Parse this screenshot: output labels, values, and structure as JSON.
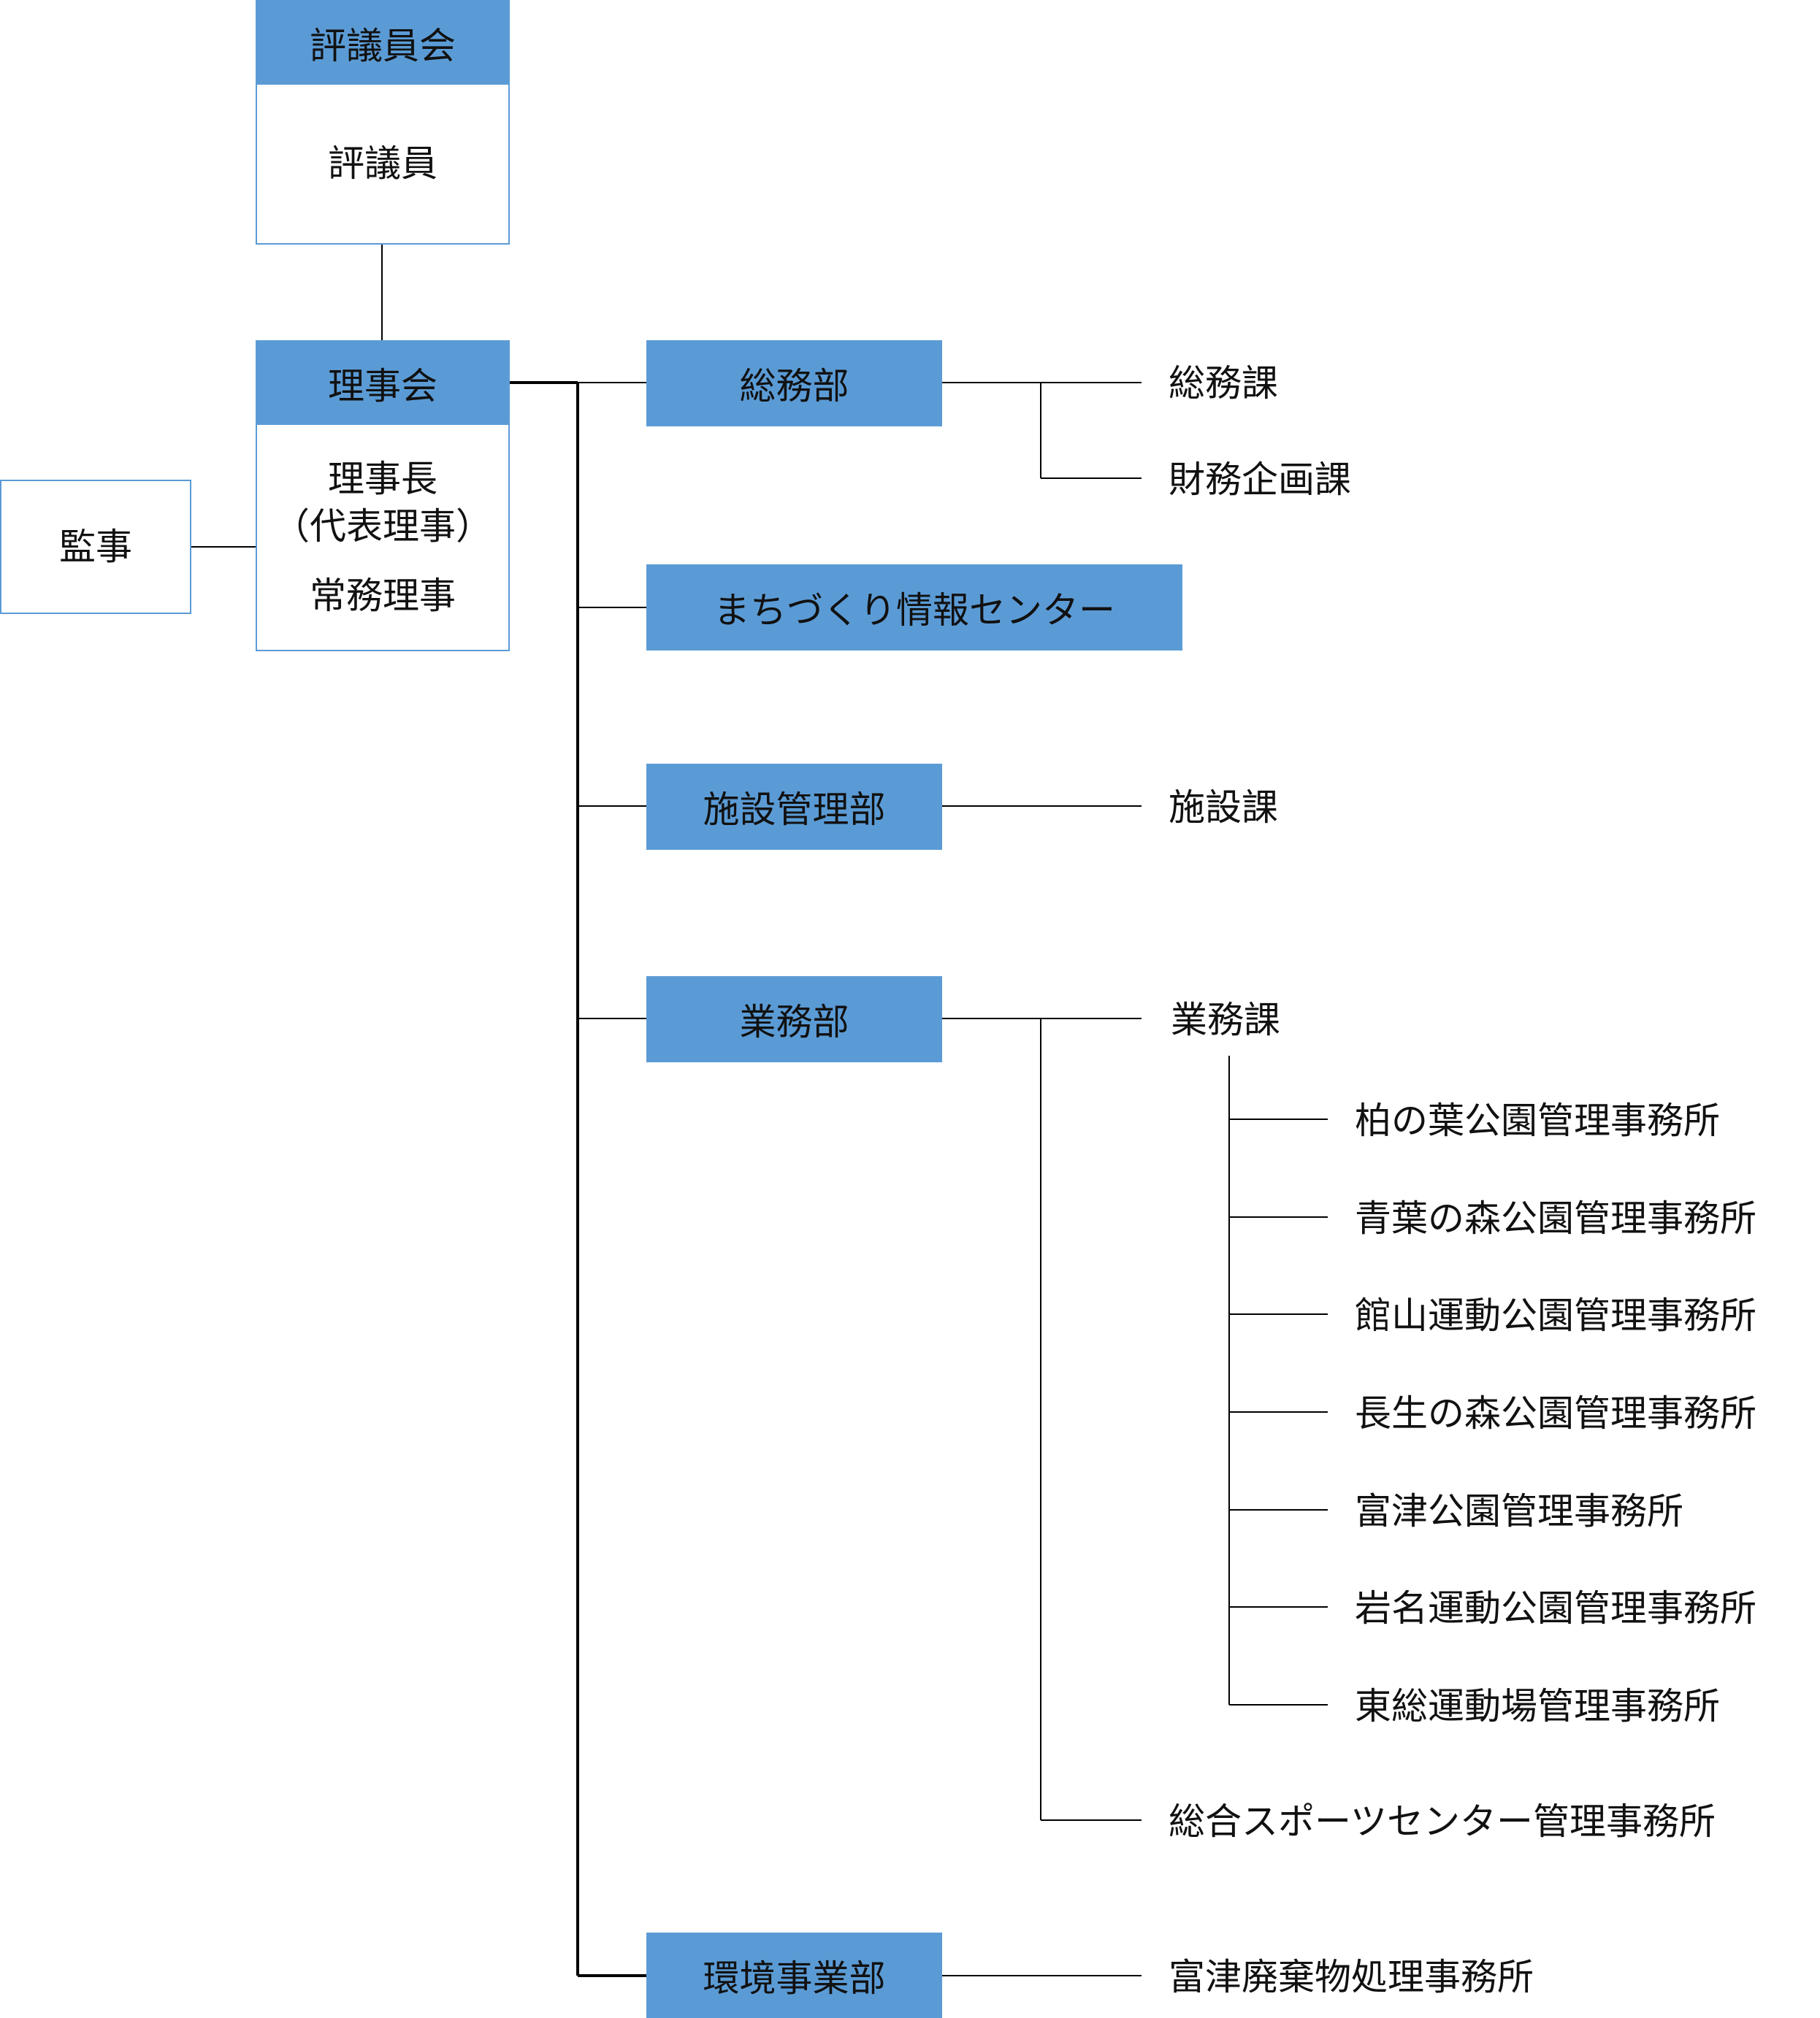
{
  "council": {
    "header": "評議員会",
    "member": "評議員"
  },
  "board": {
    "header": "理事会",
    "line1": "理事長",
    "line2": "（代表理事）",
    "line3": "常務理事"
  },
  "auditor": "監事",
  "departments": {
    "general_affairs": {
      "name": "総務部",
      "sections": [
        "総務課",
        "財務企画課"
      ]
    },
    "machizukuri_center": {
      "name": "まちづくり情報センター"
    },
    "facilities": {
      "name": "施設管理部",
      "sections": [
        "施設課"
      ]
    },
    "operations": {
      "name": "業務部",
      "section": "業務課",
      "offices": [
        "柏の葉公園管理事務所",
        "青葉の森公園管理事務所",
        "館山運動公園管理事務所",
        "長生の森公園管理事務所",
        "富津公園管理事務所",
        "岩名運動公園管理事務所",
        "東総運動場管理事務所"
      ],
      "sports_center": "総合スポーツセンター管理事務所"
    },
    "environment": {
      "name": "環境事業部",
      "sections": [
        "富津廃棄物処理事務所"
      ]
    }
  }
}
